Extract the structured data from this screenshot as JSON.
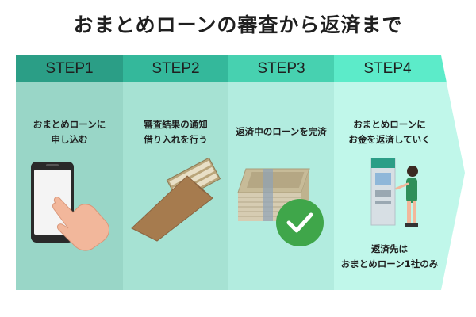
{
  "title": "おまとめローンの審査から返済まで",
  "steps": [
    {
      "label": "STEP1",
      "lines": [
        "おまとめローンに",
        "申し込む"
      ],
      "icon": "smartphone-tap-icon"
    },
    {
      "label": "STEP2",
      "lines": [
        "審査結果の通知",
        "借り入れを行う"
      ],
      "icon": "money-envelope-icon"
    },
    {
      "label": "STEP3",
      "lines": [
        "返済中のローンを完済"
      ],
      "icon": "money-stack-check-icon"
    },
    {
      "label": "STEP4",
      "lines": [
        "おまとめローンに",
        "お金を返済していく"
      ],
      "note_lines": [
        "返済先は",
        "おまとめローン1社のみ"
      ],
      "icon": "atm-person-icon"
    }
  ],
  "colors": {
    "step1_header": "#2b9e86",
    "step1_body": "#99d6c7",
    "step2_header": "#34b89b",
    "step2_body": "#a6e2d3",
    "step3_header": "#47d1b0",
    "step3_body": "#b2ecdf",
    "step4_header": "#5cebc9",
    "step4_body": "#c0f7ea",
    "check_circle": "#3fa64a"
  }
}
